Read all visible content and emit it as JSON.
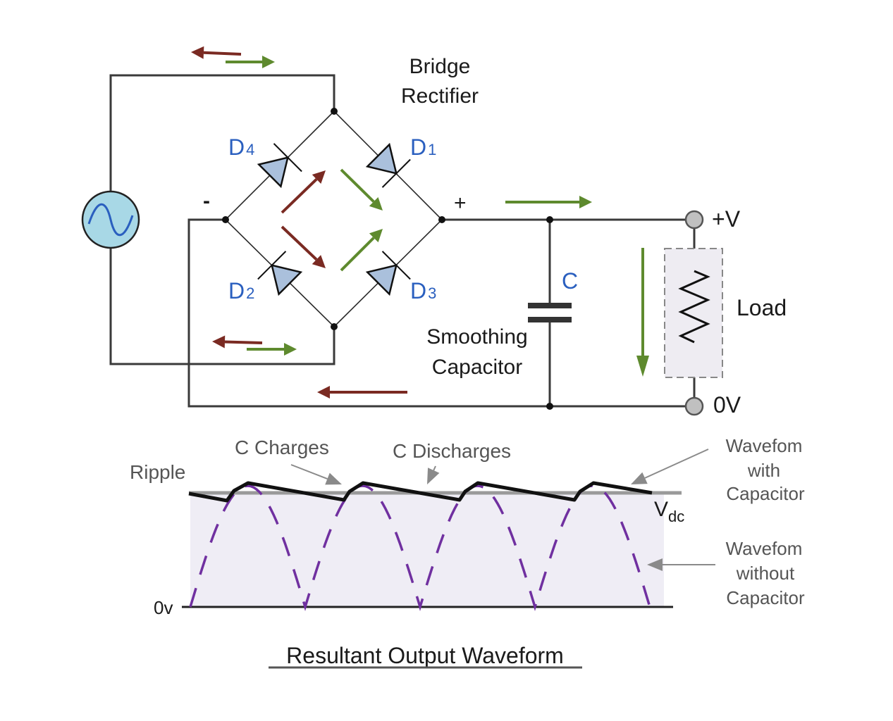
{
  "title": "Bridge Rectifier",
  "title_line1": "Bridge",
  "title_line2": "Rectifier",
  "colors": {
    "wire": "#3a3a3a",
    "diode_fill": "#aac0dc",
    "source_fill": "#a8d8e6",
    "sine": "#2a5fbf",
    "label_blue": "#2a5fbf",
    "arrow_red": "#7a2a22",
    "arrow_green": "#5e8a2e",
    "waveform_bg": "#efedf5",
    "dashed_wave": "#7030a0",
    "load_box": "#eeecf2",
    "terminal": "#c0c0c0"
  },
  "circuit": {
    "source": {
      "icon": "ac-source-icon"
    },
    "diodes": [
      {
        "id": "D4",
        "main": "D",
        "sub": "4"
      },
      {
        "id": "D1",
        "main": "D",
        "sub": "1"
      },
      {
        "id": "D2",
        "main": "D",
        "sub": "2"
      },
      {
        "id": "D3",
        "main": "D",
        "sub": "3"
      }
    ],
    "minus_label": "-",
    "plus_label": "+",
    "capacitor": {
      "label": "C",
      "caption_line1": "Smoothing",
      "caption_line2": "Capacitor"
    },
    "load": {
      "label": "Load"
    },
    "terminals": {
      "positive": "+V",
      "zero": "0V"
    }
  },
  "waveform": {
    "title": "Resultant Output Waveform",
    "ripple_label": "Ripple",
    "charges_label": "C Charges",
    "discharges_label": "C Discharges",
    "zero_label": "0v",
    "vdc_main": "V",
    "vdc_sub": "dc",
    "with_cap": [
      "Wavefom",
      "with",
      "Capacitor"
    ],
    "without_cap": [
      "Wavefom",
      "without",
      "Capacitor"
    ],
    "half_cycles": 4
  }
}
